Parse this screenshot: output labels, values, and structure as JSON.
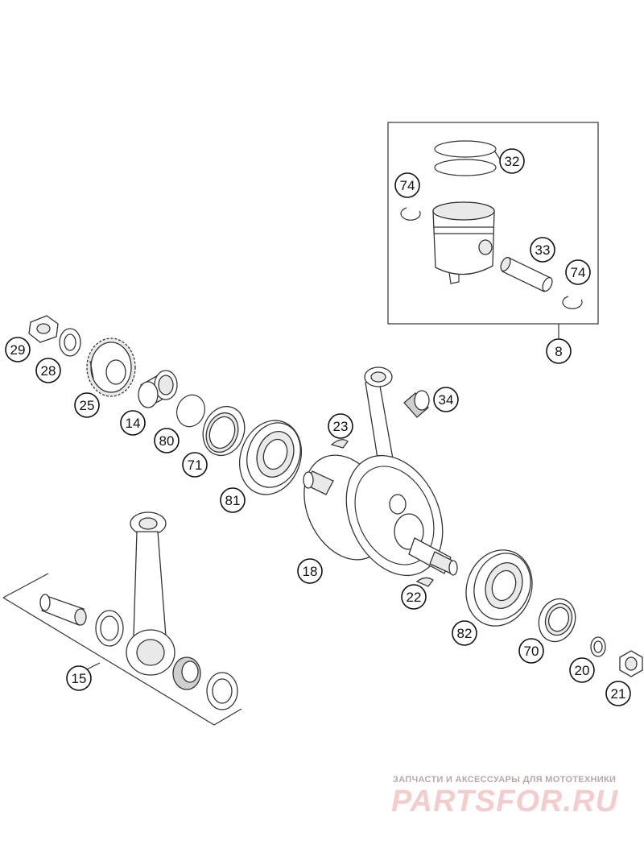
{
  "callouts": [
    {
      "id": "32",
      "label": "32"
    },
    {
      "id": "74a",
      "label": "74"
    },
    {
      "id": "33",
      "label": "33"
    },
    {
      "id": "74b",
      "label": "74"
    },
    {
      "id": "8",
      "label": "8"
    },
    {
      "id": "29",
      "label": "29"
    },
    {
      "id": "28",
      "label": "28"
    },
    {
      "id": "25",
      "label": "25"
    },
    {
      "id": "14",
      "label": "14"
    },
    {
      "id": "80",
      "label": "80"
    },
    {
      "id": "71",
      "label": "71"
    },
    {
      "id": "81",
      "label": "81"
    },
    {
      "id": "23",
      "label": "23"
    },
    {
      "id": "34",
      "label": "34"
    },
    {
      "id": "18",
      "label": "18"
    },
    {
      "id": "22",
      "label": "22"
    },
    {
      "id": "82",
      "label": "82"
    },
    {
      "id": "70",
      "label": "70"
    },
    {
      "id": "20",
      "label": "20"
    },
    {
      "id": "21",
      "label": "21"
    },
    {
      "id": "15",
      "label": "15"
    }
  ],
  "watermark": {
    "subtitle": "ЗАПЧАСТИ И АКСЕССУАРЫ ДЛЯ МОТОТЕХНИКИ",
    "logo": "PARTSFOR.RU"
  }
}
